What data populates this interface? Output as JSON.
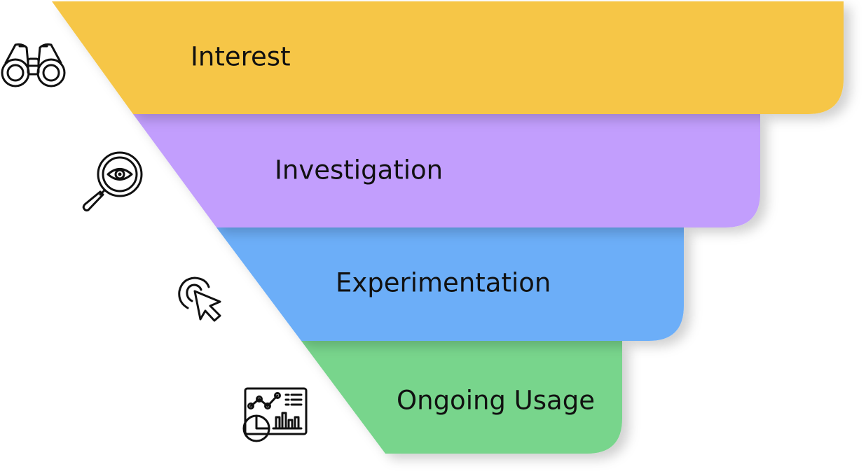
{
  "funnel": {
    "stages": [
      {
        "label": "Interest",
        "color": "#F6C646",
        "icon": "binoculars-icon"
      },
      {
        "label": "Investigation",
        "color": "#C29EFD",
        "icon": "magnifier-eye-icon"
      },
      {
        "label": "Experimentation",
        "color": "#6CAEF8",
        "icon": "cursor-click-icon"
      },
      {
        "label": "Ongoing Usage",
        "color": "#78D58C",
        "icon": "analytics-dashboard-icon"
      }
    ],
    "shadow_color": "#D9D9D9"
  }
}
